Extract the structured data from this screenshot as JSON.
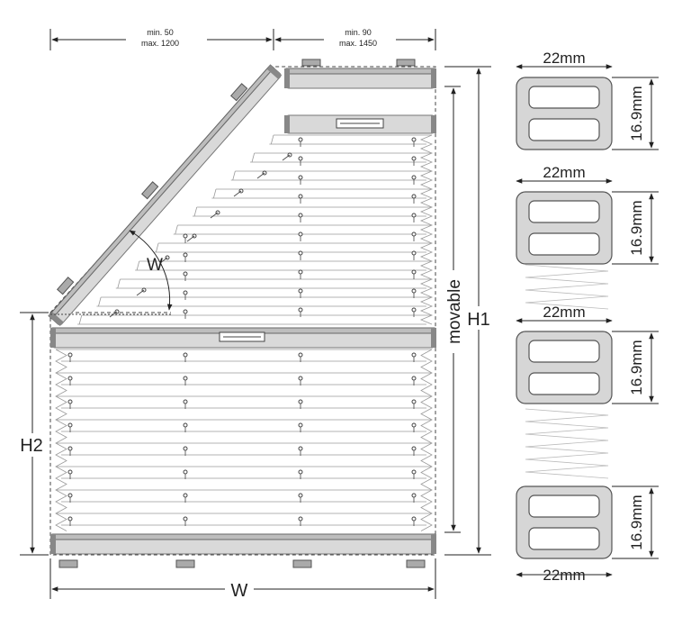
{
  "dimensions": {
    "top_left_min": "min. 50",
    "top_left_max": "max. 1200",
    "top_right_min": "min. 90",
    "top_right_max": "max. 1450",
    "h1": "H1",
    "h2": "H2",
    "w_bottom": "W",
    "w_angle": "W",
    "movable": "movable"
  },
  "profiles": [
    {
      "width": "22mm",
      "height": "16.9mm"
    },
    {
      "width": "22mm",
      "height": "16.9mm"
    },
    {
      "width": "22mm",
      "height": "16.9mm"
    },
    {
      "width": "22mm",
      "height": "16.9mm"
    }
  ]
}
